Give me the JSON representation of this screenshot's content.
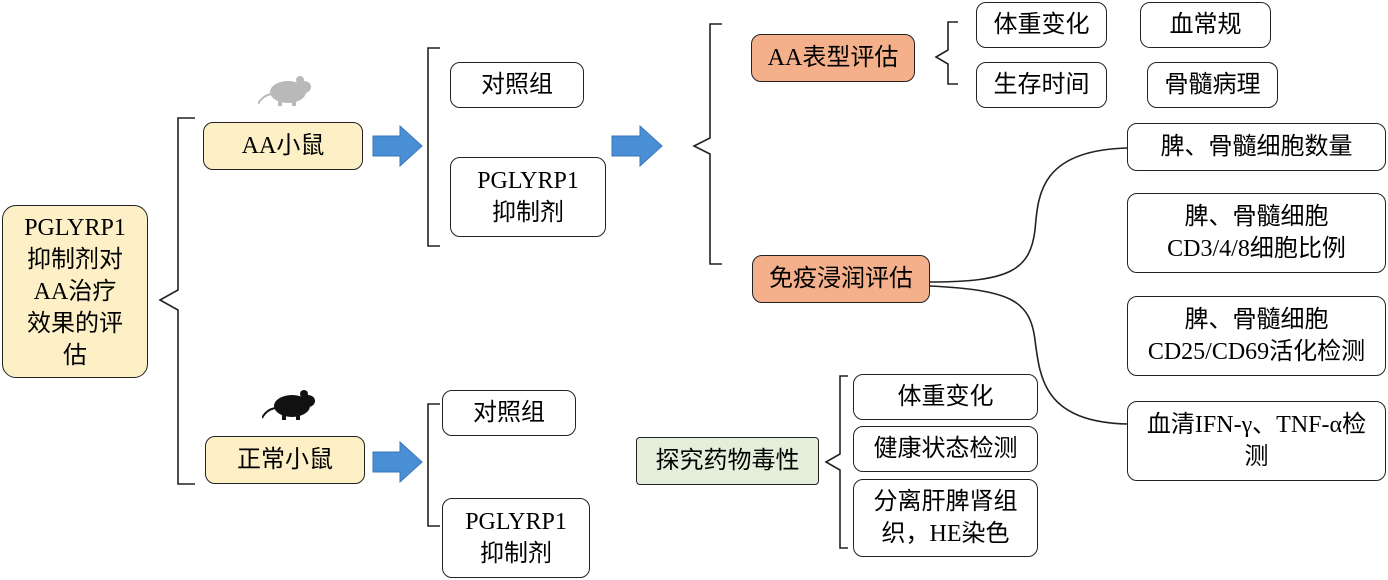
{
  "root": "PGLYRP1\n抑制剂对\nAA治疗\n效果的评\n估",
  "aa_mouse": "AA小鼠",
  "normal_mouse": "正常小鼠",
  "aa_groups": {
    "control": "对照组",
    "inhibitor": "PGLYRP1\n抑制剂"
  },
  "normal_groups": {
    "control": "对照组",
    "inhibitor": "PGLYRP1\n抑制剂"
  },
  "phenotype": {
    "title": "AA表型评估",
    "items": [
      "体重变化",
      "生存时间",
      "血常规",
      "骨髓病理"
    ]
  },
  "immune": {
    "title": "免疫浸润评估",
    "items": [
      "脾、骨髓细胞数量",
      "脾、骨髓细胞\nCD3/4/8细胞比例",
      "脾、骨髓细胞\nCD25/CD69活化检测",
      "血清IFN-γ、TNF-α检\n测"
    ]
  },
  "toxicity": {
    "title": "探究药物毒性",
    "items": [
      "体重变化",
      "健康状态检测",
      "分离肝脾肾组\n织，HE染色"
    ]
  },
  "colors": {
    "cream": "#fdf0c6",
    "orange": "#f3b08a",
    "green": "#e3efda",
    "arrow": "#4a8fd6"
  },
  "icons": {
    "aa_mouse": "gray-mouse-icon",
    "normal_mouse": "black-mouse-icon"
  }
}
